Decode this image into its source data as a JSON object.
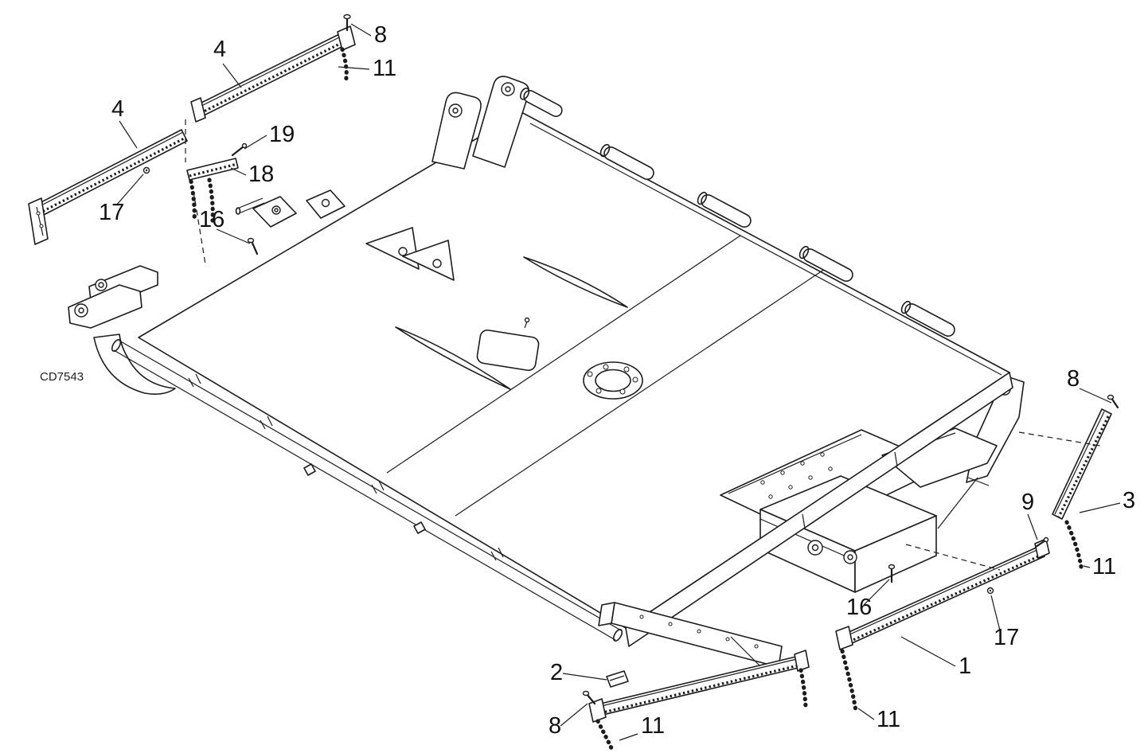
{
  "figure": {
    "code": "CD7543"
  },
  "style": {
    "ink": "#1c1c1c",
    "background": "#ffffff"
  },
  "callouts": {
    "strip4_upper": "4",
    "bolt8_top_left": "8",
    "chain11_top_left": "11",
    "strip4_left": "4",
    "pin19": "19",
    "bracket18": "18",
    "bolt17_left": "17",
    "bolt16_left": "16",
    "bolt8_right": "8",
    "strip3": "3",
    "pin9": "9",
    "chain11_right": "11",
    "bolt16_bottom": "16",
    "bolt17_bottom": "17",
    "strip1": "1",
    "clip2": "2",
    "chain11_bottom_right": "11",
    "bolt8_bottom": "8",
    "chain11_bottom_left": "11"
  }
}
